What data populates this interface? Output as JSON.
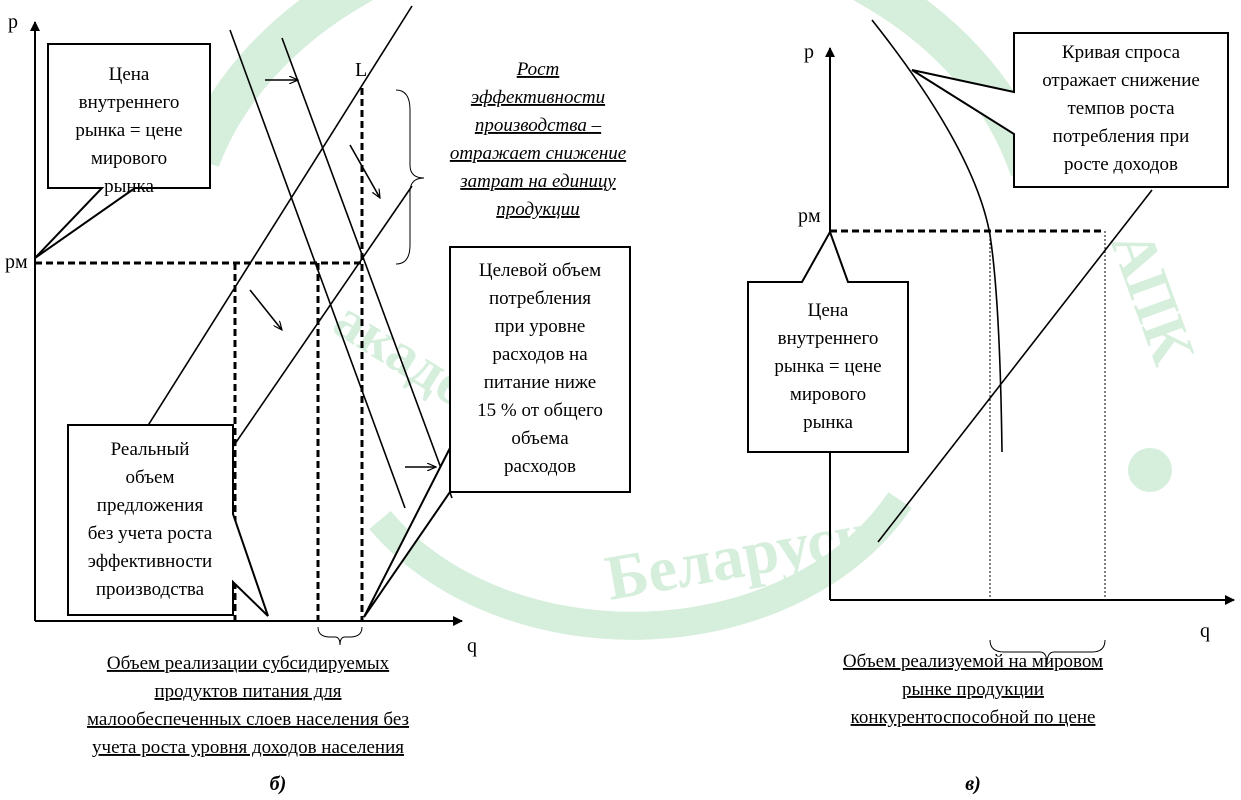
{
  "watermark": {
    "left_text": "академия",
    "right_text": "АПК",
    "bottom_text": "Беларуси"
  },
  "left": {
    "p_label": "p",
    "pm_label": "pм",
    "q_label": "q",
    "L_label": "L",
    "callout_price": [
      "Цена",
      "внутреннего",
      "рынка = цене",
      "мирового",
      "рынка"
    ],
    "efficiency_note": [
      "Рост",
      "эффективности",
      "производства –",
      "отражает снижение",
      "затрат на единицу",
      "продукции"
    ],
    "callout_target": [
      "Целевой объем",
      "потребления",
      "при уровне",
      "расходов на",
      "питание ниже",
      "15 % от общего",
      "объема",
      "расходов"
    ],
    "callout_real": [
      "Реальный",
      "объем",
      "предложения",
      "без учета роста",
      "эффективности",
      "производства"
    ],
    "x_caption": [
      "Объем реализации субсидируемых",
      "продуктов питания для",
      "малообеспеченных слоев населения без",
      "учета роста уровня доходов населения"
    ],
    "panel_label": "б)"
  },
  "right": {
    "p_label": "p",
    "pm_label": "pм",
    "q_label": "q",
    "callout_demand": [
      "Кривая спроса",
      "отражает снижение",
      "темпов роста",
      "потребления при",
      "росте доходов"
    ],
    "callout_price": [
      "Цена",
      "внутреннего",
      "рынка = цене",
      "мирового",
      "рынка"
    ],
    "x_caption": [
      "Объем реализуемой на мировом",
      "рынке продукции",
      "конкурентоспособной по цене"
    ],
    "panel_label": "в)"
  }
}
